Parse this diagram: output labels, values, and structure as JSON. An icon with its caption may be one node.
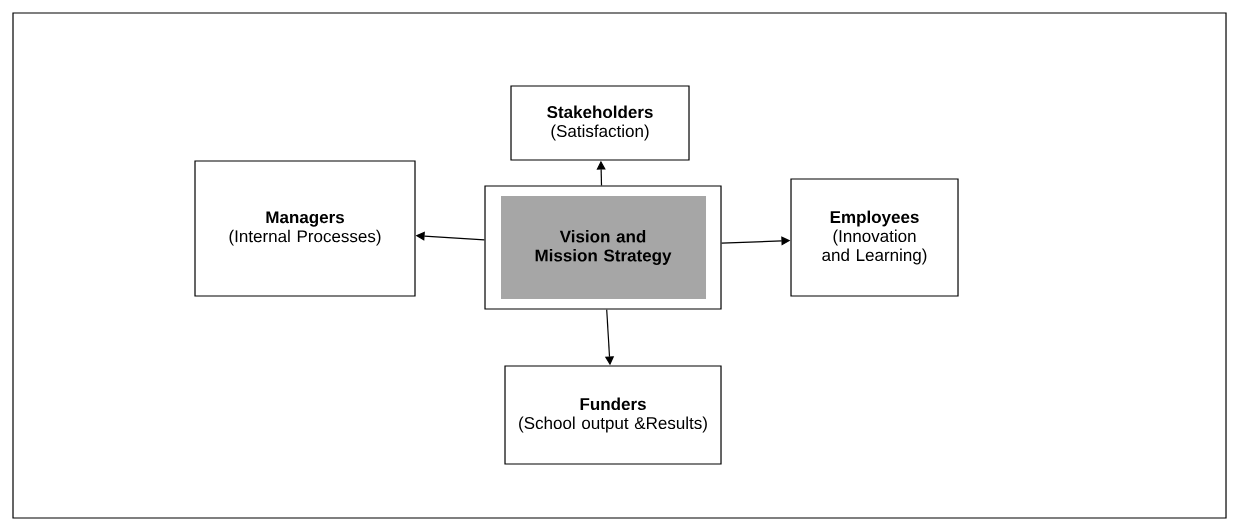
{
  "diagram": {
    "nodes": [
      {
        "text": [
          "Stakeholders",
          "(Satisfaction)"
        ]
      },
      {
        "text": [
          "Managers",
          "(Internal Processes)"
        ]
      },
      {
        "text": [
          "Vision and Mission Strategy"
        ]
      },
      {
        "text": [
          "Employees",
          "(Innovation and Learning)"
        ]
      },
      {
        "text": [
          "Funders",
          "(School output &Results)"
        ]
      }
    ],
    "edges": [
      {
        "from": 2,
        "to": 0,
        "arrow": "to"
      },
      {
        "from": 2,
        "to": 1,
        "arrow": "to"
      },
      {
        "from": 2,
        "to": 3,
        "arrow": "to"
      },
      {
        "from": 2,
        "to": 4,
        "arrow": "to"
      }
    ]
  }
}
